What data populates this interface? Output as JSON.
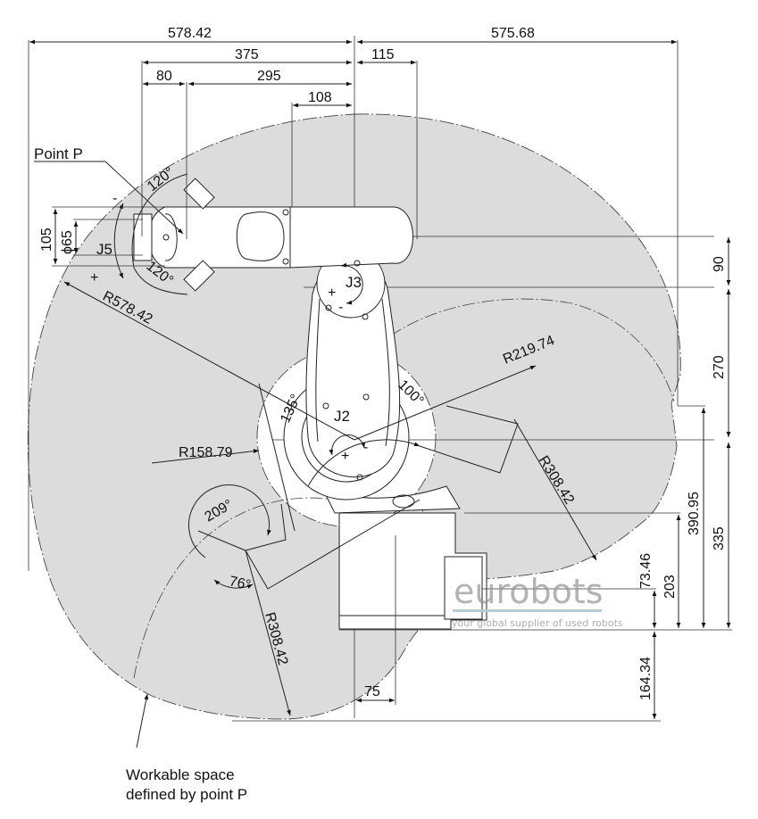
{
  "title": "Robot working range drawing",
  "labels": {
    "point_p": "Point P",
    "j2": "J2",
    "j3": "J3",
    "j5": "J5",
    "plus": "+",
    "minus": "-",
    "caption_line1": "Workable space",
    "caption_line2": "defined by point P"
  },
  "dimensions": {
    "top": {
      "reach_left": "578.42",
      "reach_right": "575.68",
      "arm_375": "375",
      "wrist_80": "80",
      "arm_295": "295",
      "offset_108": "108",
      "offset_115": "115"
    },
    "right": {
      "d90": "90",
      "d270": "270",
      "d335": "335",
      "d390_95": "390.95",
      "d203": "203",
      "d73_46": "73.46",
      "d164_34": "164.34"
    },
    "left": {
      "d105": "105",
      "phi65": "ϕ65"
    },
    "bottom": {
      "d75": "75"
    },
    "radii": {
      "r578": "R578.42",
      "r219": "R219.74",
      "r158": "R158.79",
      "r308_right": "R308.42",
      "r308_lower": "R308.42"
    },
    "angles": {
      "j5_upper": "120°",
      "j5_lower": "120°",
      "j2_135": "135°",
      "j2_100": "100°",
      "j3_209": "209°",
      "j3_76": "76°"
    }
  },
  "watermark": {
    "brand": "eurobots",
    "tagline": "your global supplier of used robots"
  },
  "colors": {
    "workspace_fill": "#dcdcdc",
    "line": "#222222",
    "watermark": "#9a9a9a",
    "watermark_bar": "#a9cfe0"
  }
}
